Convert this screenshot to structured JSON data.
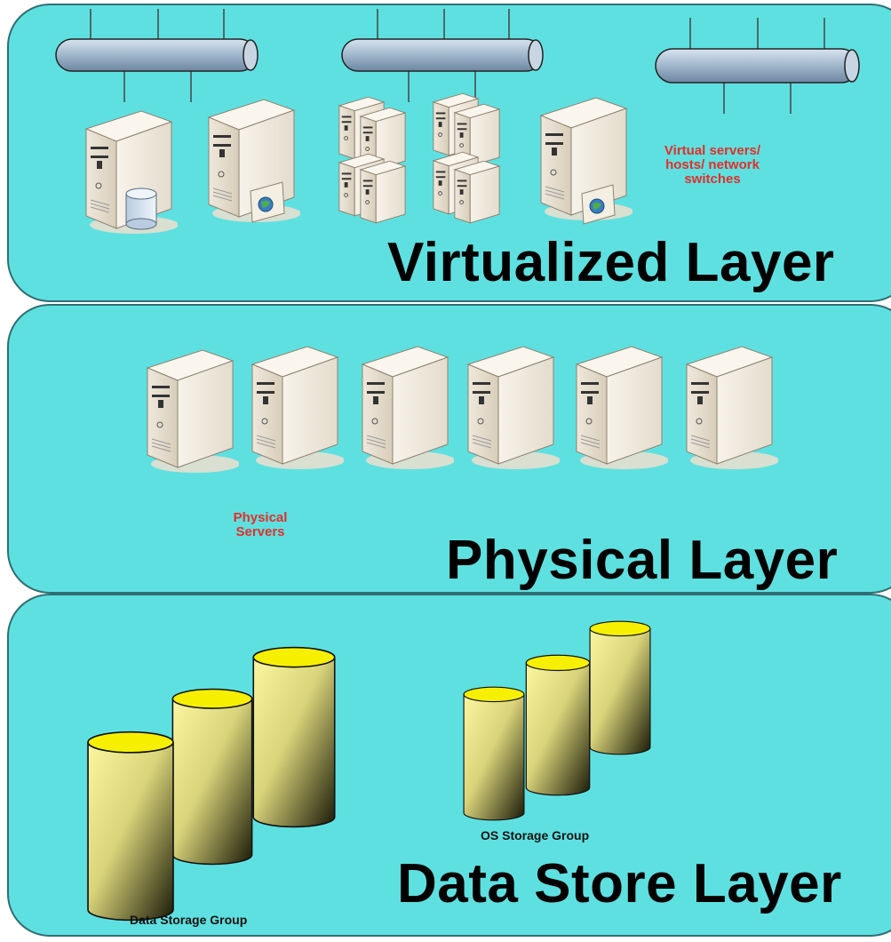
{
  "layers": {
    "virtualized": {
      "title": "Virtualized Layer",
      "note": "Virtual servers/ hosts/ network switches"
    },
    "physical": {
      "title": "Physical Layer",
      "note": "Physical Servers"
    },
    "datastore": {
      "title": "Data Store Layer",
      "groups": [
        "Data Storage Group",
        "OS Storage Group"
      ]
    }
  },
  "colors": {
    "panel_fill": "#5fe0e0",
    "panel_border": "#2f6f73",
    "note_red": "#e0302a",
    "cylinder_yellow": "#f6f000"
  },
  "icons": [
    "network-switch-icon",
    "server-tower-icon",
    "database-icon",
    "globe-doc-icon",
    "blade-server-icon",
    "storage-cylinder-icon"
  ]
}
